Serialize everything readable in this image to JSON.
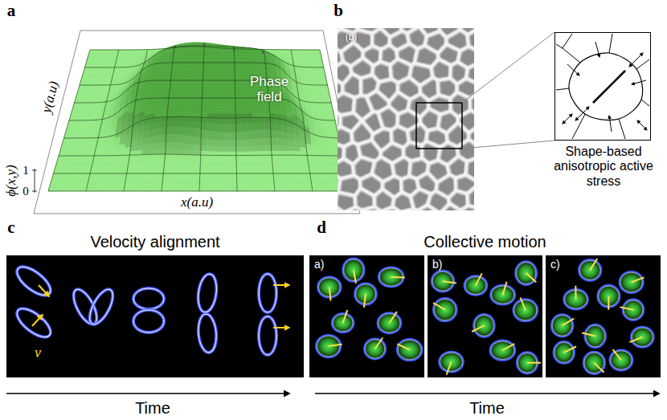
{
  "diagram": {
    "nodes": [
      {
        "text": [
          "Shape-based anisotropic active stress"
        ]
      },
      {
        "text": [
          "Velocity alignment"
        ]
      },
      {
        "text": [
          "Collective motion"
        ]
      },
      {
        "text": [
          "a)"
        ],
        "in": 2
      },
      {
        "text": [
          "b)"
        ],
        "in": 2
      },
      {
        "text": [
          "c)"
        ],
        "in": 2
      }
    ],
    "labels": [
      "a",
      "ϕ(x,y)",
      "1",
      "0",
      "y(a.u)",
      "x(a.u)",
      "Phase field",
      "b",
      "(b)",
      "c",
      "v⃗",
      "Time",
      "d",
      "Time"
    ]
  }
}
